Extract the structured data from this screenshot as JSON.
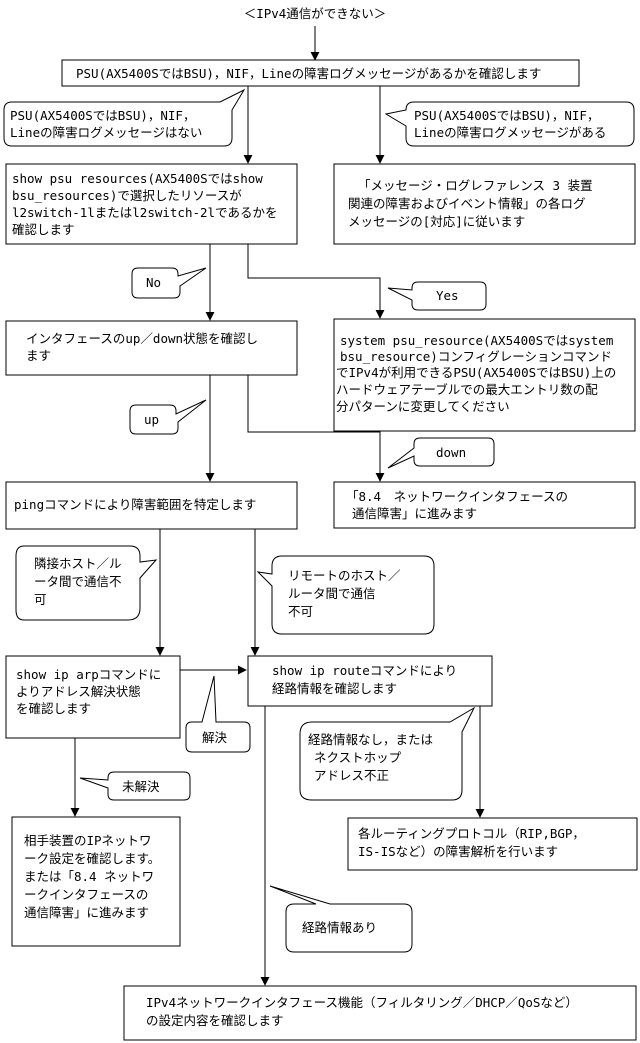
{
  "title": "＜IPv4通信ができない＞",
  "boxes": {
    "check_logs": [
      "PSU(AX5400SではBSU)，NIF，Lineの障害ログメッセージがあるかを確認します"
    ],
    "msg_ref": [
      "「メッセージ・ログレファレンス 3 装置",
      "関連の障害およびイベント情報」の各ログ",
      "メッセージの[対応]に従います"
    ],
    "psu_resources": [
      "show psu resources(AX5400Sではshow",
      "bsu_resources)で選択したリソースが",
      "l2switch-1lまたはl2switch-2lであるかを",
      "確認します"
    ],
    "system_psu": [
      "system psu_resource(AX5400Sではsystem",
      "bsu_resource)コンフィグレーションコマンド",
      "でIPv4が利用できるPSU(AX5400SではBSU)上の",
      "ハードウェアテーブルでの最大エントリ数の配",
      "分パターンに変更してください"
    ],
    "if_state": [
      "インタフェースのup／down状態を確認し",
      "ます"
    ],
    "ni_fault": [
      "「8.4　ネットワークインタフェースの",
      "通信障害」に進みます"
    ],
    "ping": [
      "pingコマンドにより障害範囲を特定します"
    ],
    "arp": [
      "show ip arpコマンドに",
      "よりアドレス解決状態",
      "を確認します"
    ],
    "route": [
      "show ip routeコマンドにより",
      "経路情報を確認します"
    ],
    "routing_proto": [
      "各ルーティングプロトコル（RIP,BGP，",
      "IS-ISなど）の障害解析を行います"
    ],
    "peer": [
      "相手装置のIPネットワ",
      "ーク設定を確認します。",
      "または「8.4 ネットワ",
      "ークインタフェースの",
      "通信障害」に進みます"
    ],
    "ipv4_func": [
      "IPv4ネットワークインタフェース機能（フィルタリング／DHCP／QoSなど）",
      "の設定内容を確認します"
    ]
  },
  "callouts": {
    "no_logs": [
      "PSU(AX5400SではBSU)，NIF，",
      "Lineの障害ログメッセージはない"
    ],
    "has_logs": [
      "PSU(AX5400SではBSU)，NIF，",
      "Lineの障害ログメッセージがある"
    ],
    "no": [
      "No"
    ],
    "yes": [
      "Yes"
    ],
    "up": [
      "up"
    ],
    "down": [
      "down"
    ],
    "neighbor": [
      "隣接ホスト／ル",
      "ータ間で通信不",
      "可"
    ],
    "remote": [
      "リモートのホスト／",
      "ルータ間で通信",
      "不可"
    ],
    "resolved": [
      "解決"
    ],
    "unresolved": [
      "未解決"
    ],
    "no_route": [
      "経路情報なし，または",
      "ネクストホップ",
      "アドレス不正"
    ],
    "has_route": [
      "経路情報あり"
    ]
  }
}
